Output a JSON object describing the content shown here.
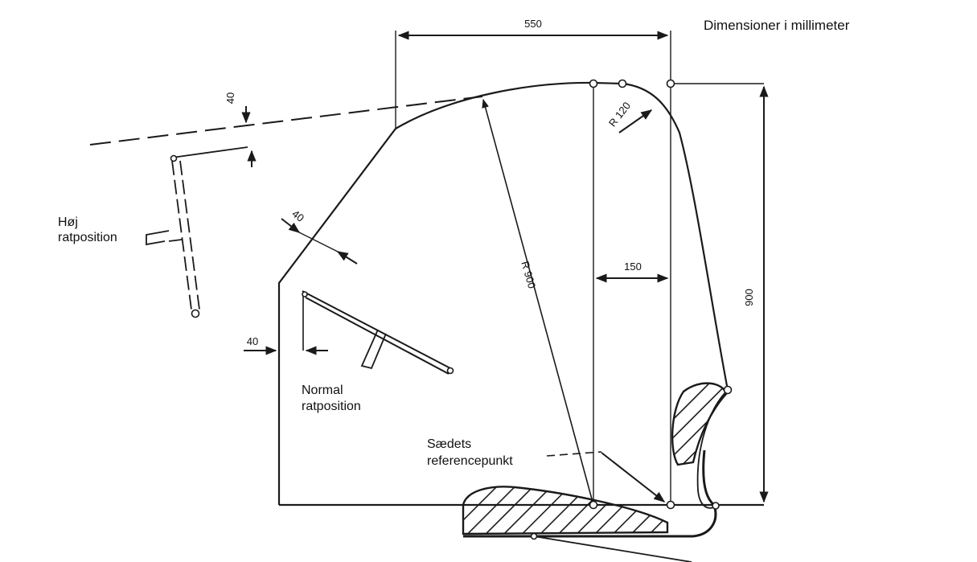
{
  "diagram": {
    "units_note": "Dimensioner i millimeter",
    "dimensions": {
      "top_width": "550",
      "height": "900",
      "radius_large": "R 900",
      "radius_corner": "R 120",
      "seat_offset": "150",
      "steering_high_gap": "40",
      "windshield_gap": "40",
      "steering_normal_gap": "40"
    },
    "labels": {
      "high_position_line1": "Høj",
      "high_position_line2": "ratposition",
      "normal_position_line1": "Normal",
      "normal_position_line2": "ratposition",
      "seat_reference_line1": "Sædets",
      "seat_reference_line2": "referencepunkt"
    }
  }
}
